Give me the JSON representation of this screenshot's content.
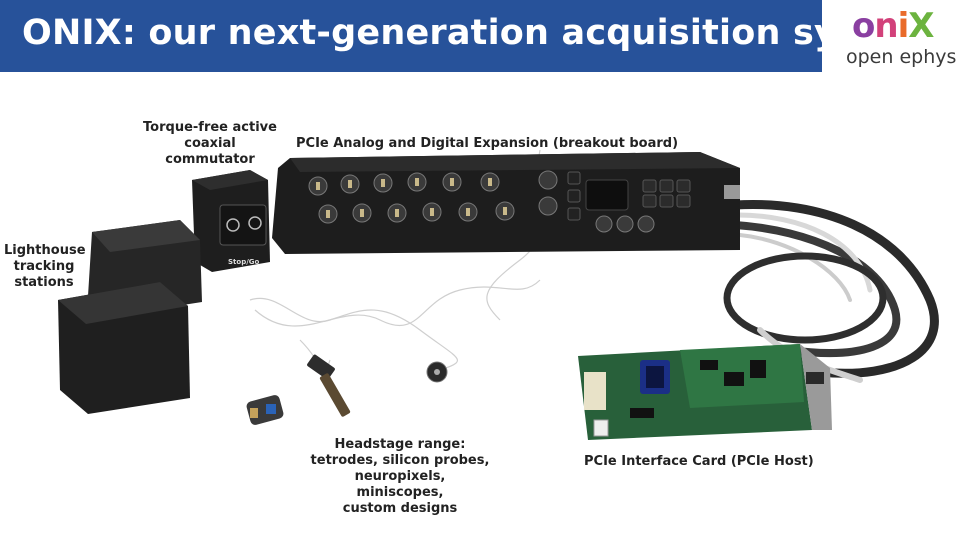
{
  "slide": {
    "title": "ONIX: our next-generation acquisition system"
  },
  "logo": {
    "letters": [
      "o",
      "n",
      "i",
      "X"
    ],
    "subtitle": "open ephys"
  },
  "labels": {
    "commutator": "Torque-free active\ncoaxial commutator",
    "breakout": "PCIe Analog and Digital Expansion (breakout board)",
    "lighthouse": "Lighthouse\ntracking\nstations",
    "headstage": "Headstage range:\ntetrodes, silicon probes,\nneuropixels, miniscopes,\ncustom designs",
    "pcie_card": "PCIe Interface Card (PCIe Host)"
  },
  "photo_text": {
    "commutator_button": "Stop/Go"
  },
  "colors": {
    "title_bar": "#27529a",
    "title_text": "#ffffff",
    "device_black": "#1c1c1c",
    "pcb_green": "#2f6b3a"
  }
}
